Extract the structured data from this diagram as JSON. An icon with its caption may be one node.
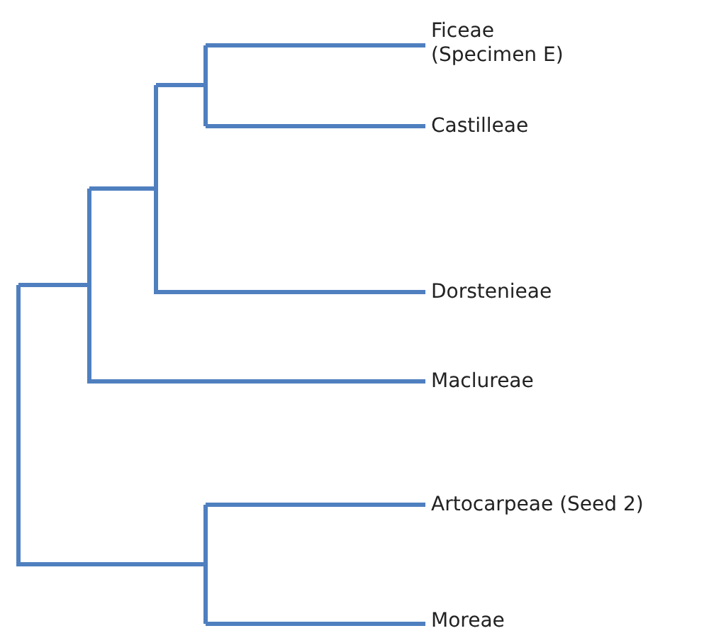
{
  "diagram": {
    "nodes": [
      {
        "text": [
          "Ficeae (Specimen E)"
        ]
      },
      {
        "text": [
          "Castilleae"
        ]
      },
      {
        "text": [
          "Dorstenieae"
        ]
      },
      {
        "text": [
          "Maclureae"
        ]
      },
      {
        "text": [
          "Artocarpeae (Seed 2)"
        ]
      },
      {
        "text": [
          "Moreae"
        ]
      }
    ]
  }
}
